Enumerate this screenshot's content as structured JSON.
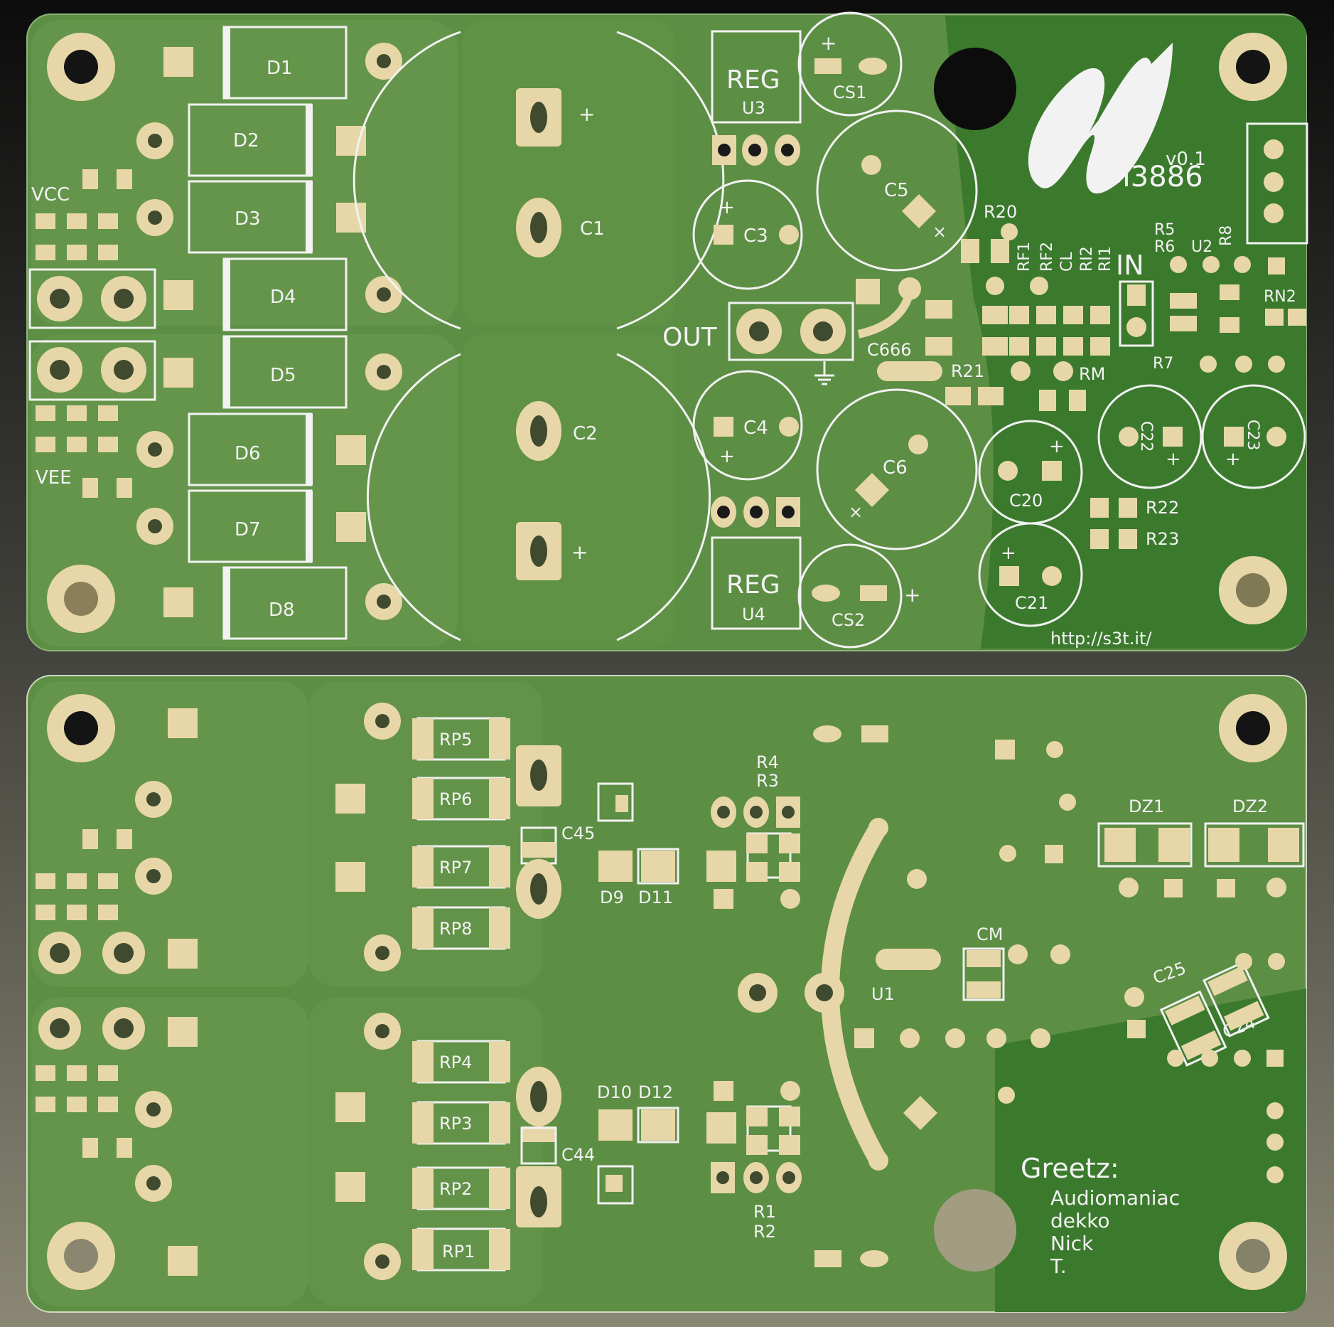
{
  "top_board": {
    "diodes": [
      "D1",
      "D2",
      "D3",
      "D4",
      "D5",
      "D6",
      "D7",
      "D8"
    ],
    "capacitors": [
      "C1",
      "C2",
      "C3",
      "C4",
      "C5",
      "C6",
      "CS1",
      "CS2",
      "C666",
      "C20",
      "C21",
      "C22",
      "C23"
    ],
    "regulators": [
      {
        "label": "REG",
        "ref": "U3"
      },
      {
        "label": "REG",
        "ref": "U4"
      }
    ],
    "resistors": [
      "R20",
      "RF1",
      "RF2",
      "CL",
      "RI2",
      "RI1",
      "R5",
      "R6",
      "U2",
      "R8",
      "RN2",
      "R7",
      "R21",
      "RM",
      "R22",
      "R23"
    ],
    "power_labels": {
      "vcc": "VCC",
      "vee": "VEE"
    },
    "io_labels": {
      "out": "OUT",
      "in": "IN"
    },
    "chip": "LM3886",
    "version": "v0.1",
    "url": "http://s3t.it/",
    "plus": "+",
    "cross": "×"
  },
  "bottom_board": {
    "rp": [
      "RP5",
      "RP6",
      "RP7",
      "RP8",
      "RP4",
      "RP3",
      "RP2",
      "RP1"
    ],
    "caps": [
      "C45",
      "C44",
      "CM",
      "C25",
      "C24"
    ],
    "diodes": [
      "D9",
      "D11",
      "D10",
      "D12",
      "DZ1",
      "DZ2"
    ],
    "resistors_top": [
      "R4",
      "R3"
    ],
    "resistors_bottom": [
      "R1",
      "R2"
    ],
    "ic": "U1",
    "greetz_title": "Greetz:",
    "greetz_names": [
      "Audiomaniac",
      "dekko",
      "Nick",
      "T."
    ]
  },
  "colors": {
    "background_top": "#0c0c0c",
    "background_bottom": "#7d7a68",
    "pcb": "#5e8e45",
    "pcb_dark": "#3c7a2e",
    "copper_fill": "#6c9a4f",
    "silk": "#f2f2f2",
    "pad": "#e7d7a8"
  }
}
